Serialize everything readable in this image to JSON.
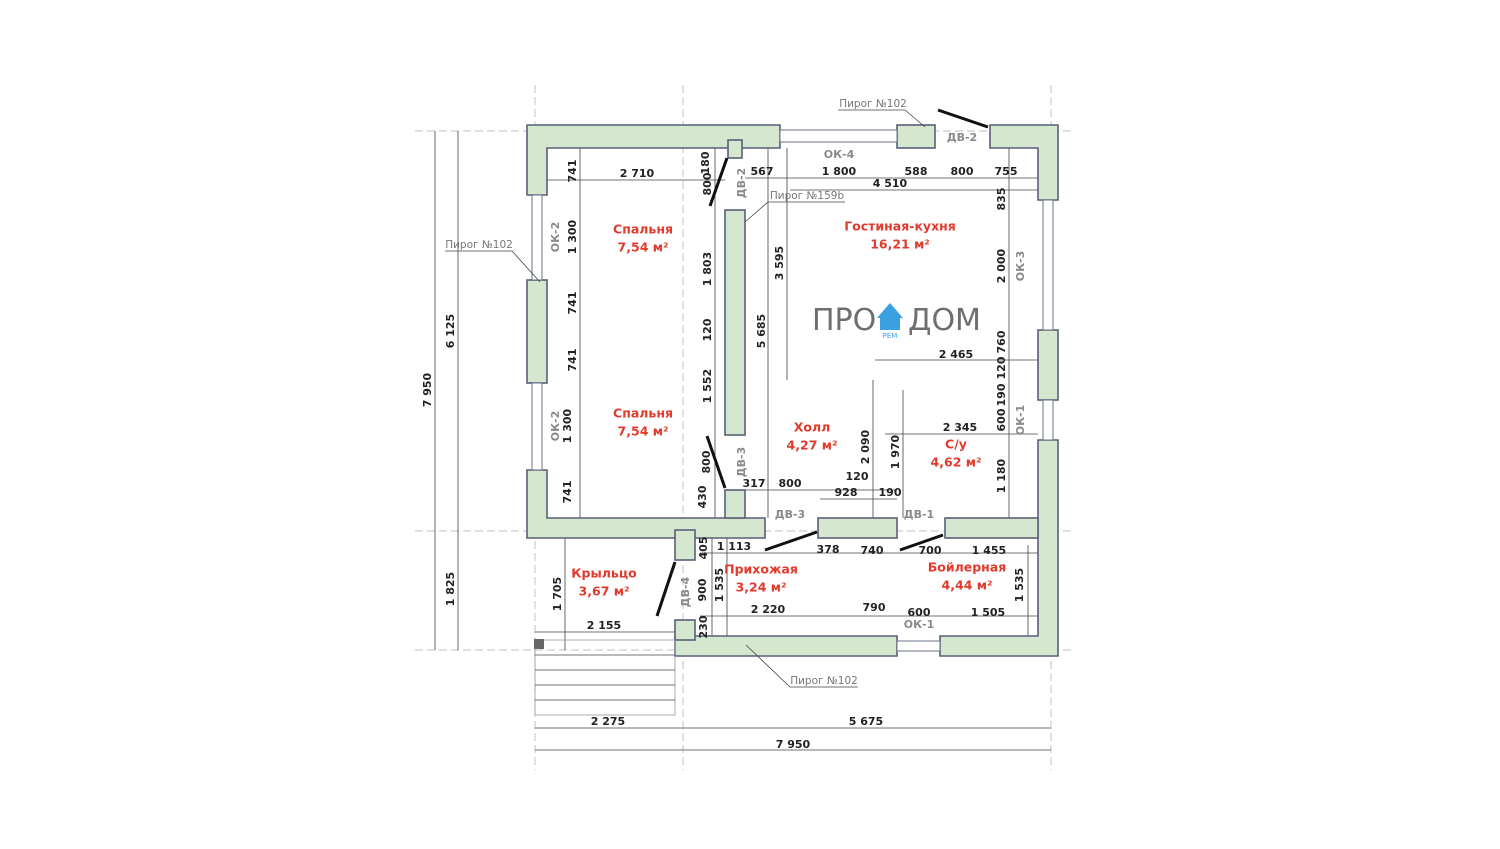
{
  "rooms": [
    {
      "name": "Спальня",
      "area": "7,54 м²"
    },
    {
      "name": "Гостиная-кухня",
      "area": "16,21 м²"
    },
    {
      "name": "Спальня",
      "area": "7,54 м²"
    },
    {
      "name": "Холл",
      "area": "4,27 м²"
    },
    {
      "name": "С/у",
      "area": "4,62 м²"
    },
    {
      "name": "Крыльцо",
      "area": "3,67 м²"
    },
    {
      "name": "Прихожая",
      "area": "3,24 м²"
    },
    {
      "name": "Бойлерная",
      "area": "4,44 м²"
    }
  ],
  "dimensions": [
    "2 710",
    "567",
    "1 800",
    "588",
    "800",
    "755",
    "4 510",
    "2 465",
    "2 345",
    "317",
    "800",
    "120",
    "928",
    "190",
    "1 113",
    "378",
    "740",
    "700",
    "1 455",
    "2 220",
    "790",
    "600",
    "1 505",
    "2 155",
    "2 275",
    "5 675",
    "7 950",
    "741",
    "1 300",
    "741",
    "741",
    "1 300",
    "741",
    "180",
    "800",
    "1 803",
    "120",
    "1 552",
    "800",
    "430",
    "3 595",
    "5 685",
    "835",
    "2 000",
    "760",
    "120",
    "190",
    "600",
    "1 180",
    "2 090",
    "1 970",
    "405",
    "900",
    "1 535",
    "230",
    "1 705",
    "1 535",
    "6 125",
    "7 950",
    "1 825"
  ],
  "openings": [
    "ОК-4",
    "ДВ-2",
    "ДВ-2",
    "ОК-2",
    "ОК-2",
    "ОК-3",
    "ОК-1",
    "ДВ-3",
    "ДВ-3",
    "ДВ-1",
    "ДВ-4",
    "ОК-1"
  ],
  "callouts": [
    "Пирог №102",
    "Пирог №159b",
    "Пирог №102",
    "Пирог №102"
  ],
  "watermark": {
    "left": "ПРО",
    "right": "ДОМ",
    "logo": "РЕМ"
  },
  "colors": {
    "wall_fill": "#d5e8cf",
    "wall_stroke": "#5a5f78",
    "room_label": "#e23a2c"
  }
}
